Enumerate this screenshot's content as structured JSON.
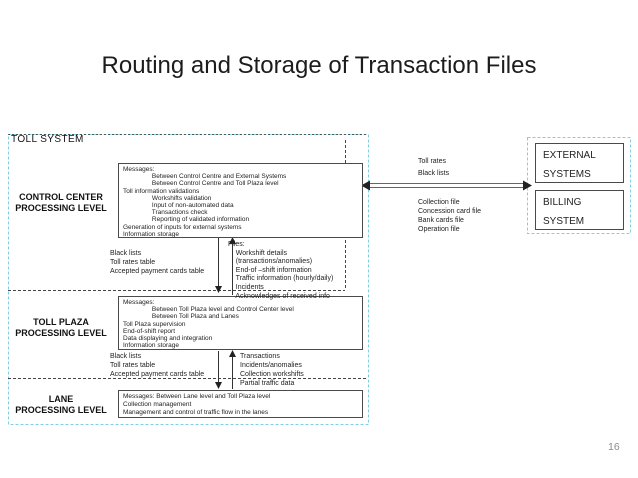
{
  "slide": {
    "title": "Routing and Storage of Transaction Files",
    "page_number": "16"
  },
  "colors": {
    "boundary_dash_cyan": "#7fd0e2",
    "divider_dash_black": "#444444",
    "box_border_gray": "#4a4a4a",
    "arrow_gray": "#666666"
  },
  "toll_system": {
    "label": "TOLL SYSTEM",
    "control_center": {
      "level_label": [
        "CONTROL CENTER",
        "PROCESSING LEVEL"
      ],
      "box_lines": [
        "Messages:",
        "                Between Control Centre and External Systems",
        "                Between Control Centre and Toll Plaza level",
        "Toll information validations",
        "                Workshifts validation",
        "                Input of non-automated data",
        "                Transactions check",
        "                Reporting of validated information",
        "Generation of inputs for external systems",
        "Information storage"
      ]
    },
    "cc_to_plaza": {
      "left_note": [
        "Black lists",
        "Toll rates table",
        "Accepted payment cards table"
      ],
      "files_note": [
        "Files:",
        "    Workshift details",
        "    (transactions/anomalies)",
        "    End-of –shift information",
        "    Traffic information (hourly/daily)",
        "    Incidents",
        "    Acknowledges of received info"
      ]
    },
    "toll_plaza": {
      "level_label": [
        "TOLL PLAZA",
        "PROCESSING LEVEL"
      ],
      "box_lines": [
        "Messages:",
        "                Between Toll Plaza level and Control Center level",
        "                Between Toll Plaza and Lanes",
        "Toll Plaza supervision",
        "End-of-shift report",
        "Data displaying and integration",
        "Information storage"
      ]
    },
    "plaza_to_lane": {
      "left_note": [
        "Black lists",
        "Toll rates table",
        "Accepted payment cards table"
      ],
      "right_note": [
        "Transactions",
        "Incidents/anomalies",
        "Collection workshifts",
        "Partial traffic data"
      ]
    },
    "lane": {
      "level_label": [
        "LANE",
        "PROCESSING LEVEL"
      ],
      "box_lines": [
        "Messages: Between Lane level and Toll Plaza level",
        "Collection management",
        "Management and control of traffic flow in the lanes"
      ]
    }
  },
  "external": {
    "arrow_top_labels": [
      "Toll rates",
      "Black lists"
    ],
    "arrow_bottom_labels": [
      "Collection file",
      "Concession card file",
      "Bank cards file",
      "Operation file"
    ],
    "systems": [
      {
        "name": [
          "EXTERNAL",
          "SYSTEMS"
        ]
      },
      {
        "name": [
          "BILLING",
          "SYSTEM"
        ]
      }
    ]
  }
}
